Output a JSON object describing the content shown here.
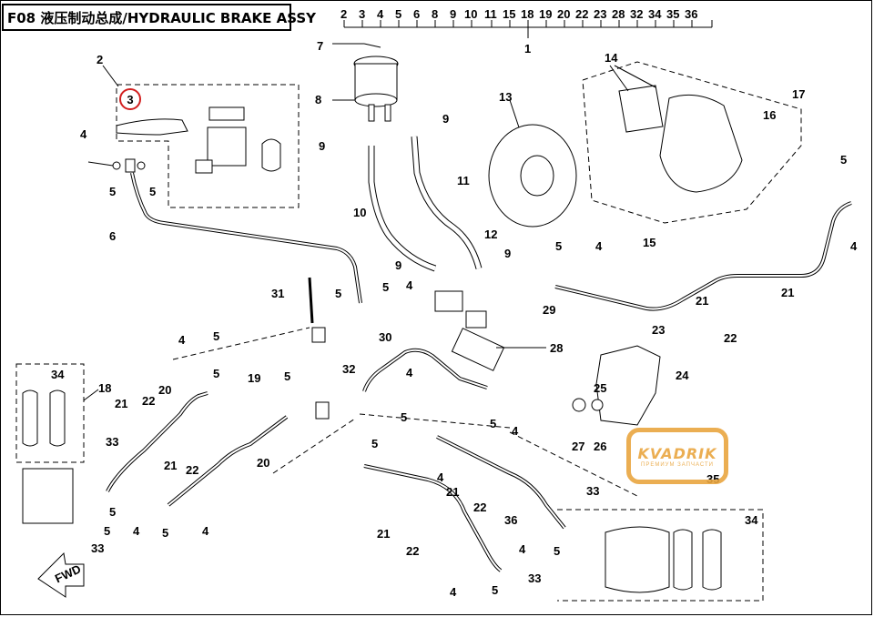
{
  "title": "F08 液压制动总成/HYDRAULIC BRAKE ASSY",
  "highlighted_callout": "3",
  "watermark": {
    "text": "KVADRIK",
    "sub": "ПРЕМИУМ ЗАПЧАСТИ"
  },
  "top_strip_labels": [
    "2",
    "3",
    "4",
    "5",
    "6",
    "8",
    "9",
    "10",
    "11",
    "15",
    "18",
    "19",
    "20",
    "22",
    "23",
    "28",
    "32",
    "34",
    "35",
    "36"
  ],
  "top_strip_assembly": "1",
  "callouts": {
    "c2": "2",
    "c4a": "4",
    "c5a": "5",
    "c5b": "5",
    "c6": "6",
    "c7": "7",
    "c8": "8",
    "c9a": "9",
    "c9b": "9",
    "c9c": "9",
    "c9d": "9",
    "c10": "10",
    "c11": "11",
    "c12": "12",
    "c13": "13",
    "c14": "14",
    "c15": "15",
    "c16": "16",
    "c17": "17",
    "c5c": "5",
    "c4b": "4",
    "c5d": "5",
    "c4c": "4",
    "c31": "31",
    "c5e": "5",
    "c5f": "5",
    "c4d": "4",
    "c29": "29",
    "c21a": "21",
    "c21b": "21",
    "c22a": "22",
    "c23": "23",
    "c30": "30",
    "c28": "28",
    "c4e": "4",
    "c5g": "5",
    "c19": "19",
    "c5h": "5",
    "c32": "32",
    "c34a": "34",
    "c18": "18",
    "c21c": "21",
    "c22b": "22",
    "c20a": "20",
    "c33a": "33",
    "c21d": "21",
    "c22c": "22",
    "c20b": "20",
    "c5i": "5",
    "c4f": "4",
    "c5j": "5",
    "c4g": "4",
    "c33b": "33",
    "c5k": "5",
    "c4h": "4",
    "c5l": "5",
    "c5m": "5",
    "c4i": "4",
    "c21e": "21",
    "c22d": "22",
    "c24": "24",
    "c25": "25",
    "c27": "27",
    "c26": "26",
    "c33c": "33",
    "c35": "35",
    "c36": "36",
    "c21f": "21",
    "c22e": "22",
    "c4j": "4",
    "c5n": "5",
    "c34b": "34",
    "c33d": "33",
    "c4k": "4",
    "c5o": "5",
    "c5p": "5",
    "c4l": "4",
    "c5q": "5"
  },
  "fwd_label": "FWD"
}
